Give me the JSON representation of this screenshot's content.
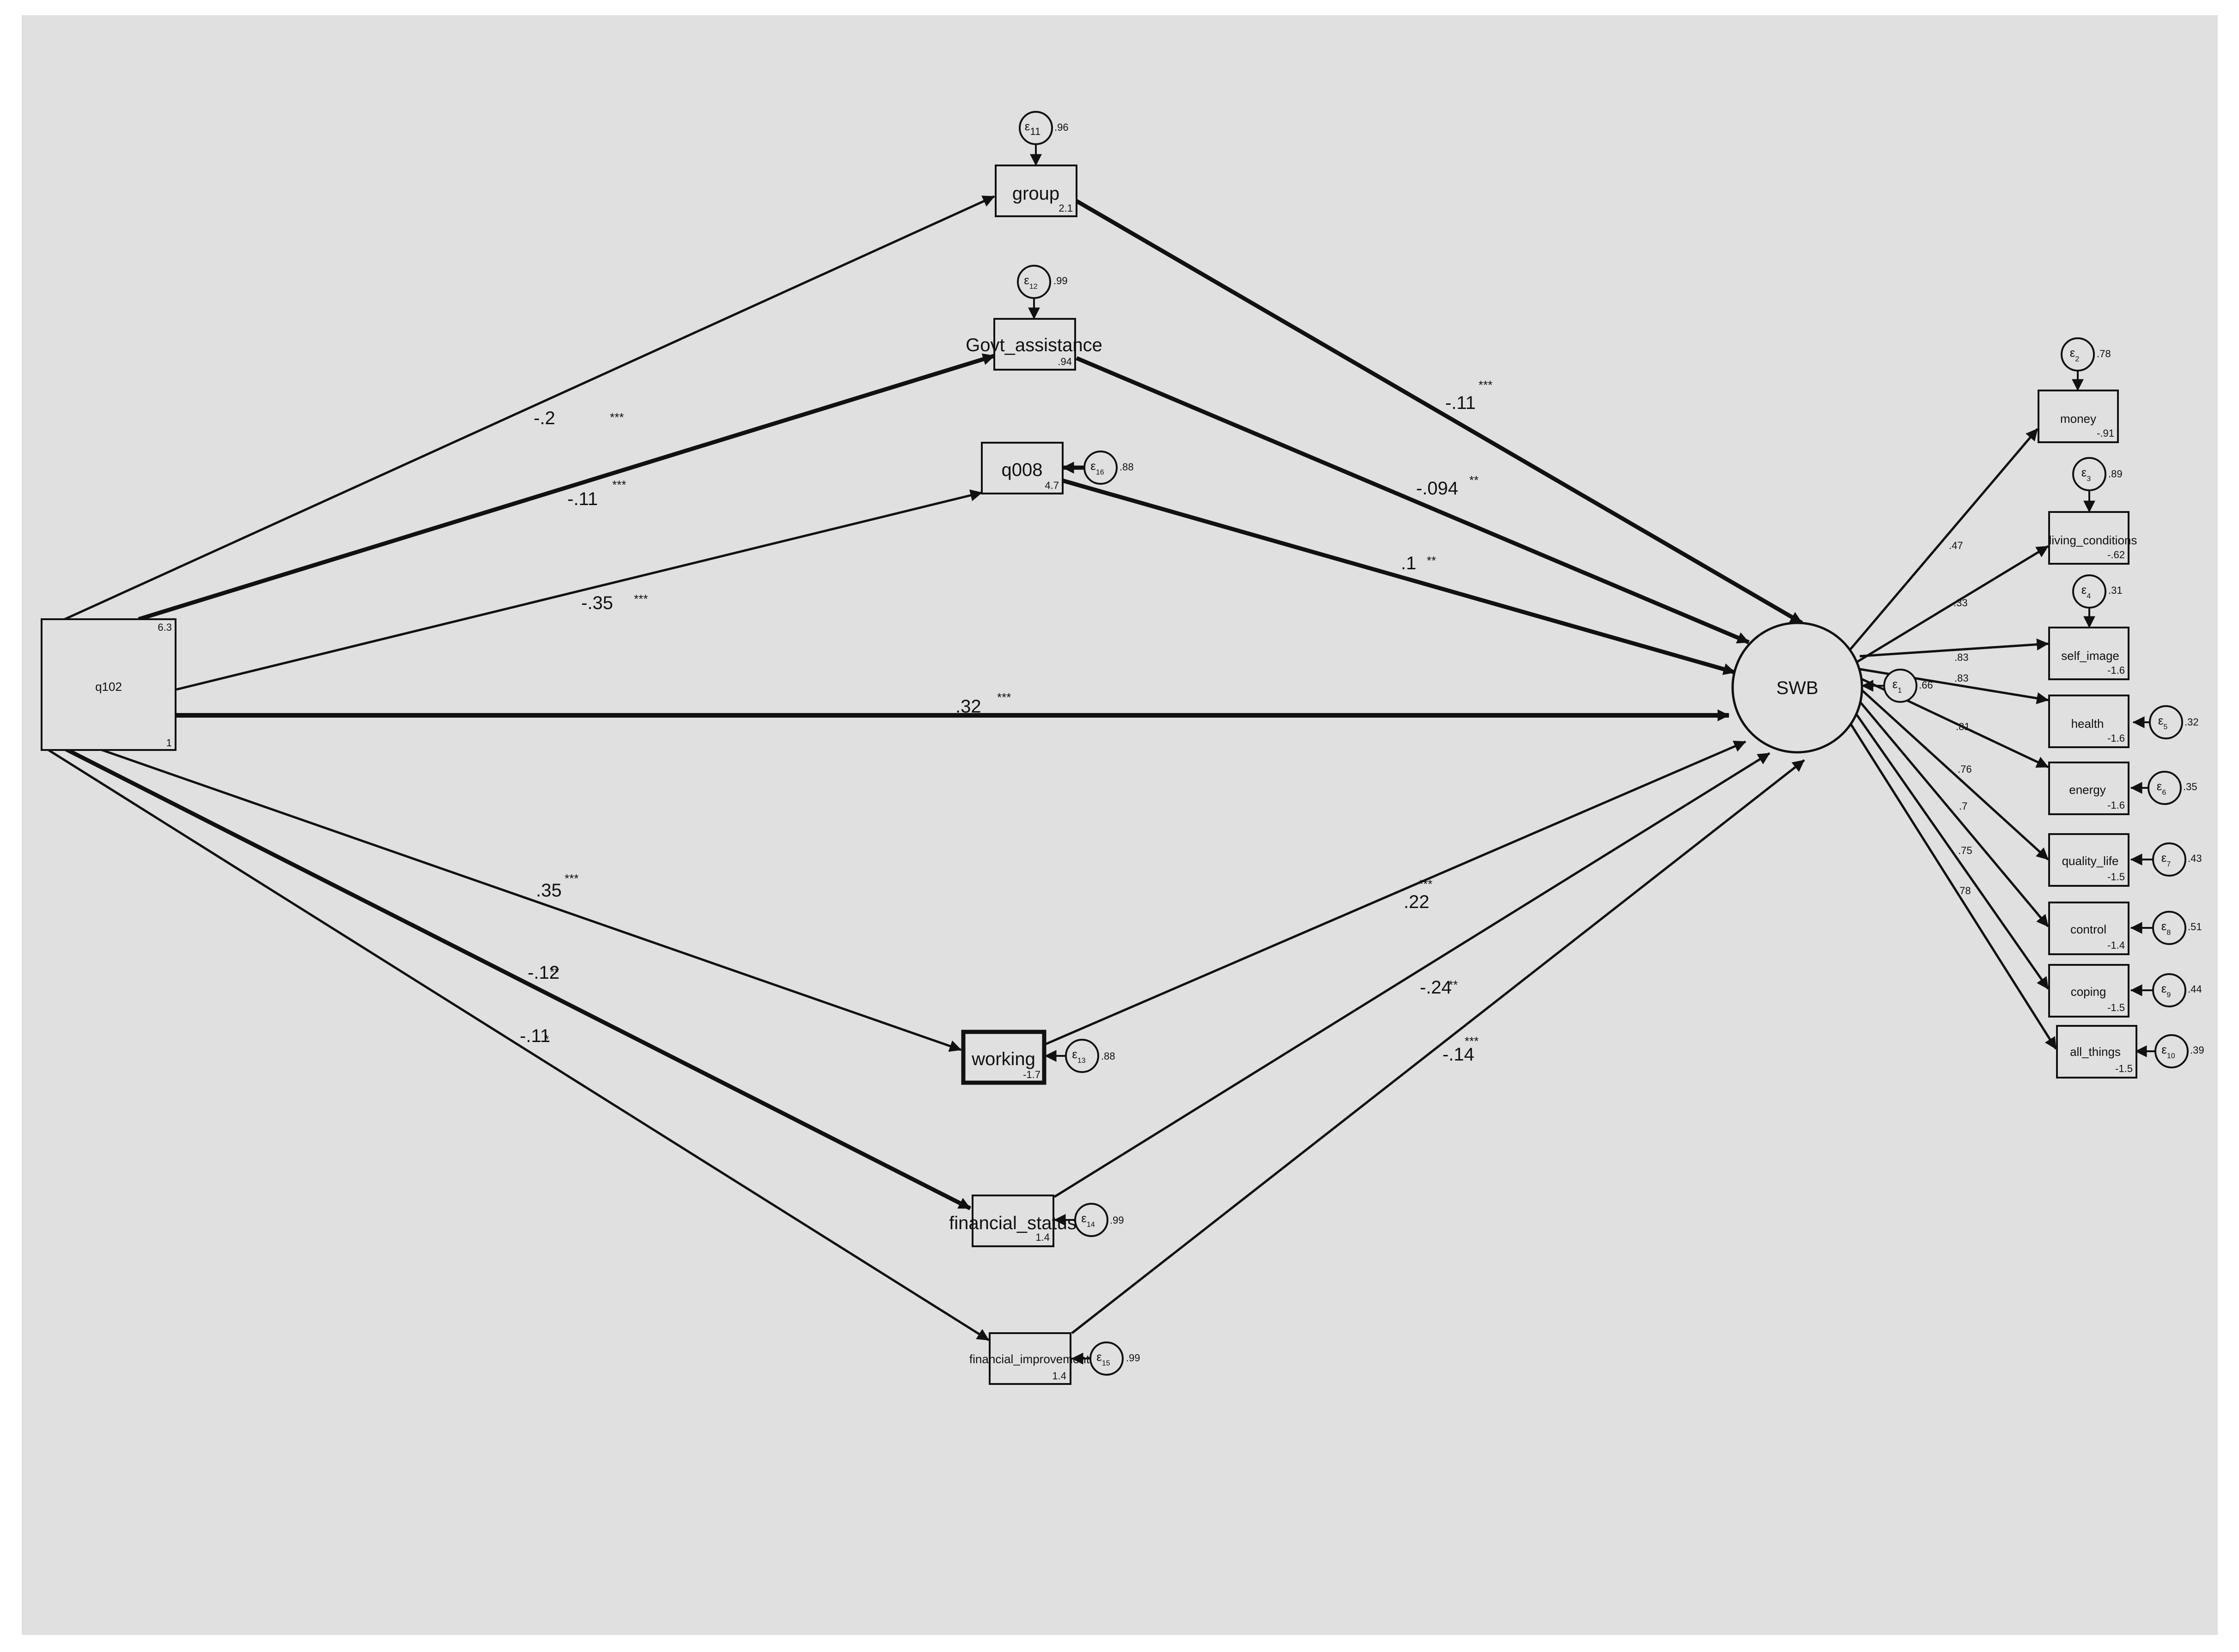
{
  "colors": {
    "panel_bg": "#e0e0e0",
    "page_bg": "#ffffff",
    "ink": "#111111"
  },
  "nodes": {
    "q102": {
      "label": "q102",
      "top_value": "6.3",
      "bottom_value": "1"
    },
    "group": {
      "label": "group",
      "value": "2.1"
    },
    "govt": {
      "label": "Govt_assistance",
      "value": ".94"
    },
    "q008": {
      "label": "q008",
      "value": "4.7"
    },
    "working": {
      "label": "working",
      "value": "-1.7"
    },
    "fin_status": {
      "label": "financial_status",
      "value": "1.4"
    },
    "fin_improve": {
      "label": "financial_improvement",
      "value": "1.4"
    },
    "swb": {
      "label": "SWB"
    },
    "money": {
      "label": "money",
      "value": "-.91"
    },
    "living": {
      "label": "living_conditions",
      "value": "-.62"
    },
    "self_image": {
      "label": "self_image",
      "value": "-1.6"
    },
    "health": {
      "label": "health",
      "value": "-1.6"
    },
    "energy": {
      "label": "energy",
      "value": "-1.6"
    },
    "quality": {
      "label": "quality_life",
      "value": "-1.5"
    },
    "control": {
      "label": "control",
      "value": "-1.4"
    },
    "coping": {
      "label": "coping",
      "value": "-1.5"
    },
    "all_things": {
      "label": "all_things",
      "value": "-1.5"
    }
  },
  "errors": {
    "e1": {
      "letter": "ε",
      "sub": "1",
      "value": ".66"
    },
    "e2": {
      "letter": "ε",
      "sub": "2",
      "value": ".78"
    },
    "e3": {
      "letter": "ε",
      "sub": "3",
      "value": ".89"
    },
    "e4": {
      "letter": "ε",
      "sub": "4",
      "value": ".31"
    },
    "e5": {
      "letter": "ε",
      "sub": "5",
      "value": ".32"
    },
    "e6": {
      "letter": "ε",
      "sub": "6",
      "value": ".35"
    },
    "e7": {
      "letter": "ε",
      "sub": "7",
      "value": ".43"
    },
    "e8": {
      "letter": "ε",
      "sub": "8",
      "value": ".51"
    },
    "e9": {
      "letter": "ε",
      "sub": "9",
      "value": ".44"
    },
    "e10": {
      "letter": "ε",
      "sub": "10",
      "value": ".39"
    },
    "e11": {
      "letter": "ε",
      "sub": "11",
      "value": ".96"
    },
    "e12": {
      "letter": "ε",
      "sub": "12",
      "value": ".99"
    },
    "e13": {
      "letter": "ε",
      "sub": "13",
      "value": ".88"
    },
    "e14": {
      "letter": "ε",
      "sub": "14",
      "value": ".99"
    },
    "e15": {
      "letter": "ε",
      "sub": "15",
      "value": ".99"
    },
    "e16": {
      "letter": "ε",
      "sub": "16",
      "value": ".88"
    }
  },
  "coefficients": {
    "q102_group": {
      "value": "-.2",
      "stars": "***"
    },
    "q102_govt": {
      "value": "-.11",
      "stars": "***"
    },
    "q102_q008": {
      "value": "-.35",
      "stars": "***"
    },
    "q102_swb": {
      "value": ".32",
      "stars": "***"
    },
    "q102_working": {
      "value": ".35",
      "stars": "***"
    },
    "q102_fin_status": {
      "value": "-.12",
      "stars": "**"
    },
    "q102_fin_improve": {
      "value": "-.11",
      "stars": "*"
    },
    "group_swb": {
      "value": "-.11",
      "stars": "***"
    },
    "govt_swb": {
      "value": "-.094",
      "stars": "**"
    },
    "q008_swb": {
      "value": ".1",
      "stars": "**"
    },
    "working_swb": {
      "value": ".22",
      "stars": "***"
    },
    "fin_status_swb": {
      "value": "-.24",
      "stars": "**"
    },
    "fin_improve_swb": {
      "value": "-.14",
      "stars": "***"
    }
  },
  "loadings": {
    "money": ".47",
    "living": ".33",
    "self_image": ".83",
    "health": ".83",
    "energy": ".81",
    "quality": ".76",
    "control": ".7",
    "coping": ".75",
    "all_things": ".78"
  }
}
